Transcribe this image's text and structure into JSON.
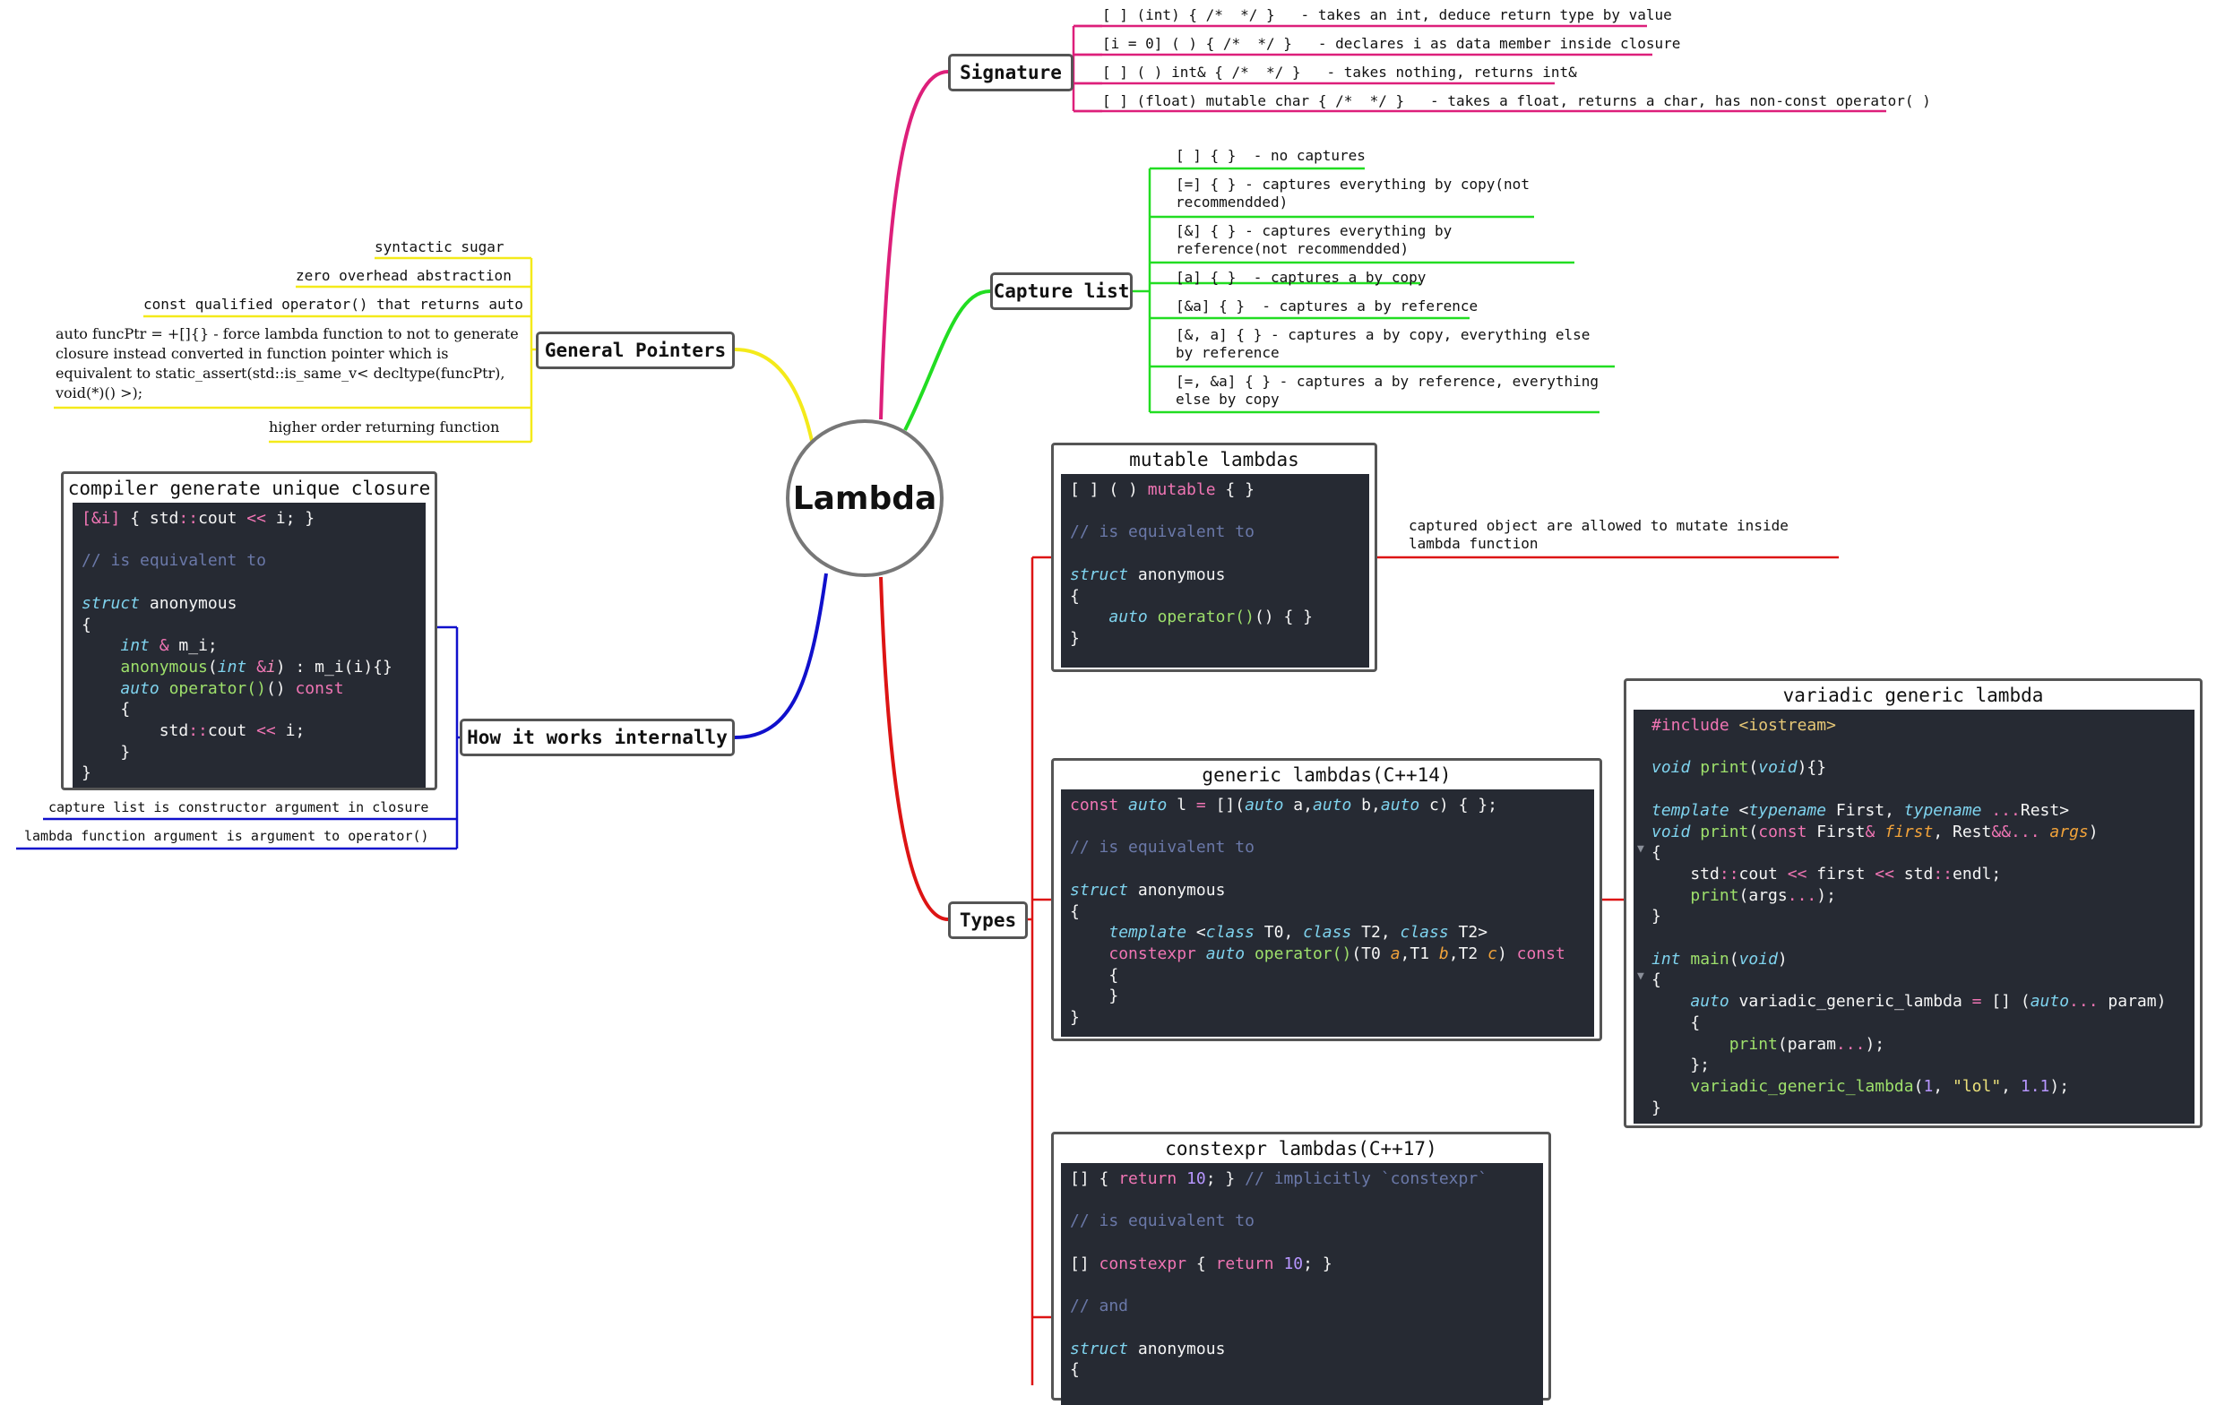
{
  "root": {
    "label": "Lambda"
  },
  "colors": {
    "signature": "#dd1f7a",
    "capture": "#22dd22",
    "general": "#f4ea1a",
    "internal": "#1010cc",
    "types": "#dd1414",
    "code_bg": "#262a33"
  },
  "signature": {
    "title": "Signature",
    "items": [
      "[ ] (int) { /*  */ }   - takes an int, deduce return type by value",
      "[i = 0] ( ) { /*  */ }   - declares i as data member inside closure",
      "[ ] ( ) int& { /*  */ }   - takes nothing, returns int&",
      "[ ] (float) mutable char { /*  */ }   - takes a float, returns a char, has non-const operator( )"
    ]
  },
  "capture": {
    "title": "Capture list",
    "items": [
      "[ ] { }  - no captures",
      "[=] { }  - captures everything by copy(not recommendded)",
      "[&] { }  - captures everything by reference(not recommendded)",
      "[a] { }  - captures a by copy",
      "[&a] { }  - captures a by reference",
      "[&, a] { }  - captures a by copy, everything else by reference",
      "[=, &a] { }  - captures a by reference, everything else by copy"
    ]
  },
  "general": {
    "title": "General Pointers",
    "items": [
      "syntactic sugar",
      "zero overhead abstraction",
      "const qualified operator() that returns auto",
      "auto funcPtr = +[]{} - force lambda function to not to generate closure instead converted in function pointer which is equivalent to static_assert(std::is_same_v< decltype(funcPtr), void(*)() >);",
      "higher order returning function"
    ]
  },
  "internal": {
    "title": "How it works internally",
    "closure_title": "compiler generate unique closure",
    "notes": [
      "capture list is constructor argument in closure",
      "lambda function argument is argument to operator()"
    ]
  },
  "types": {
    "title": "Types",
    "mutable_title": "mutable lambdas",
    "mutable_note": "captured object are allowed to mutate inside lambda function",
    "generic_title": "generic lambdas(C++14)",
    "variadic_title": "variadic generic lambda",
    "constexpr_title": "constexpr lambdas(C++17)"
  }
}
